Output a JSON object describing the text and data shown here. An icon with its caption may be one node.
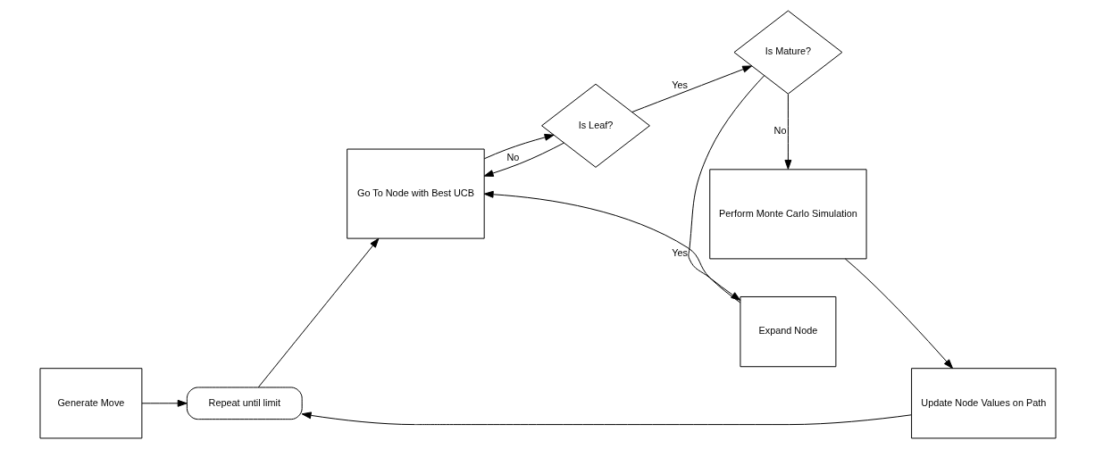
{
  "diagram": {
    "nodes": [
      {
        "text": [
          "Generate Move"
        ]
      },
      {
        "text": [
          "Repeat until limit"
        ]
      },
      {
        "text": [
          "Go To Node with Best UCB"
        ]
      },
      {
        "text": [
          "Is Leaf?"
        ]
      },
      {
        "text": [
          "Is Mature?"
        ]
      },
      {
        "text": [
          "Expand Node"
        ]
      },
      {
        "text": [
          "Perform Monte Carlo Simulation"
        ]
      },
      {
        "text": [
          "Update Node Values on Path"
        ]
      }
    ],
    "edges": [
      {
        "from": 0,
        "to": 1,
        "arrow": "to"
      },
      {
        "from": 1,
        "to": 2,
        "arrow": "to"
      },
      {
        "from": 2,
        "to": 3,
        "arrow": "to"
      },
      {
        "from": 3,
        "to": 2,
        "label": "No",
        "arrow": "to"
      },
      {
        "from": 3,
        "to": 4,
        "label": "Yes",
        "arrow": "to"
      },
      {
        "from": 4,
        "to": 5,
        "label": "Yes",
        "arrow": "to"
      },
      {
        "from": 5,
        "to": 2,
        "arrow": "to"
      },
      {
        "from": 4,
        "to": 6,
        "label": "No",
        "arrow": "to"
      },
      {
        "from": 6,
        "to": 7,
        "arrow": "to"
      },
      {
        "from": 7,
        "to": 1,
        "arrow": "to"
      }
    ]
  }
}
